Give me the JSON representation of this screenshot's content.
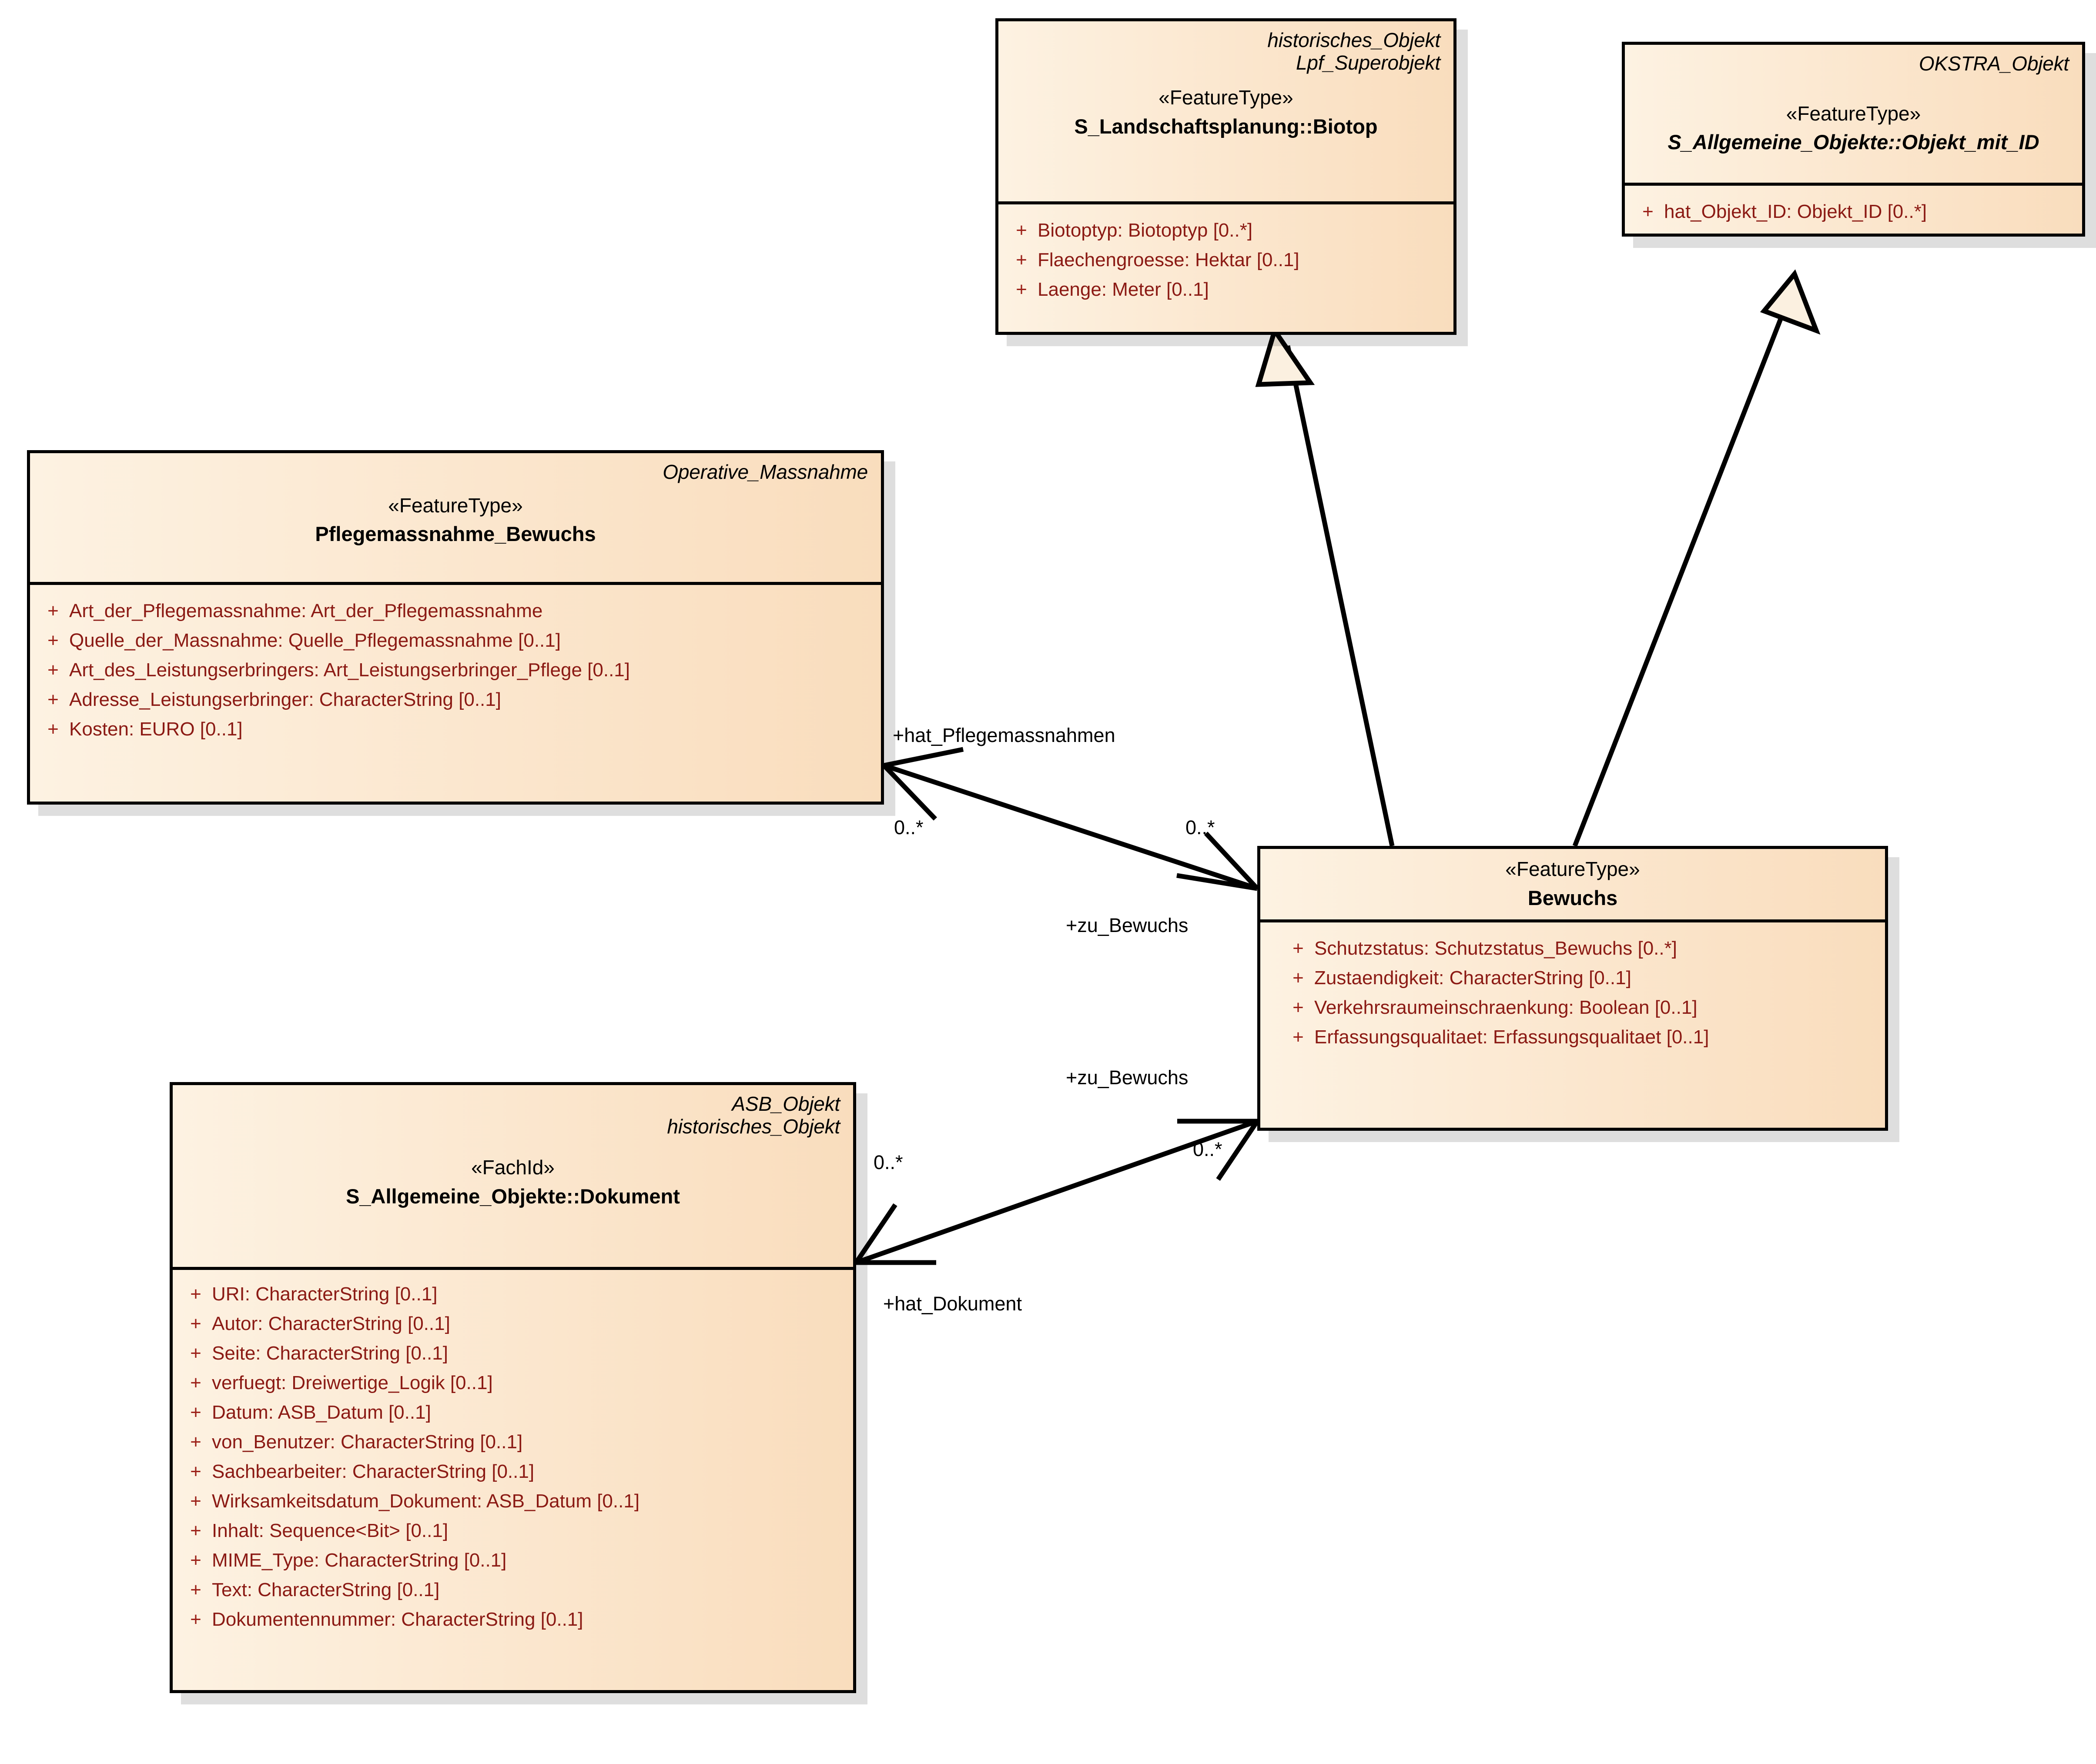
{
  "diagram": {
    "kind": "uml-class-diagram",
    "title": "Bewuchs",
    "colors": {
      "class_fill_light": "#fdf2e2",
      "class_fill_dark": "#f9ddbd",
      "border": "#000000",
      "attribute_text": "#8b1a14",
      "shadow": "#d8d8d8"
    }
  },
  "classes": [
    {
      "id": "biotop",
      "tags": [
        "historisches_Objekt",
        "Lpf_Superobjekt"
      ],
      "stereotype": "«FeatureType»",
      "name": "S_Landschaftsplanung::Biotop",
      "abstract": false,
      "attributes": [
        {
          "visibility": "+",
          "text": "Biotoptyp: Biotoptyp [0..*]"
        },
        {
          "visibility": "+",
          "text": "Flaechengroesse: Hektar [0..1]"
        },
        {
          "visibility": "+",
          "text": "Laenge: Meter [0..1]"
        }
      ]
    },
    {
      "id": "objekt_mit_id",
      "tags": [
        "OKSTRA_Objekt"
      ],
      "stereotype": "«FeatureType»",
      "name": "S_Allgemeine_Objekte::Objekt_mit_ID",
      "abstract": true,
      "attributes": [
        {
          "visibility": "+",
          "text": "hat_Objekt_ID: Objekt_ID [0..*]"
        }
      ]
    },
    {
      "id": "pflegemassnahme",
      "tags": [
        "Operative_Massnahme"
      ],
      "stereotype": "«FeatureType»",
      "name": "Pflegemassnahme_Bewuchs",
      "abstract": false,
      "attributes": [
        {
          "visibility": "+",
          "text": "Art_der_Pflegemassnahme: Art_der_Pflegemassnahme"
        },
        {
          "visibility": "+",
          "text": "Quelle_der_Massnahme: Quelle_Pflegemassnahme [0..1]"
        },
        {
          "visibility": "+",
          "text": "Art_des_Leistungserbringers: Art_Leistungserbringer_Pflege [0..1]"
        },
        {
          "visibility": "+",
          "text": "Adresse_Leistungserbringer: CharacterString [0..1]"
        },
        {
          "visibility": "+",
          "text": "Kosten: EURO [0..1]"
        }
      ]
    },
    {
      "id": "bewuchs",
      "tags": [],
      "stereotype": "«FeatureType»",
      "name": "Bewuchs",
      "abstract": false,
      "attributes": [
        {
          "visibility": "+",
          "text": "Schutzstatus: Schutzstatus_Bewuchs [0..*]"
        },
        {
          "visibility": "+",
          "text": "Zustaendigkeit: CharacterString [0..1]"
        },
        {
          "visibility": "+",
          "text": "Verkehrsraumeinschraenkung: Boolean [0..1]"
        },
        {
          "visibility": "+",
          "text": "Erfassungsqualitaet: Erfassungsqualitaet [0..1]"
        }
      ]
    },
    {
      "id": "dokument",
      "tags": [
        "ASB_Objekt",
        "historisches_Objekt"
      ],
      "stereotype": "«FachId»",
      "name": "S_Allgemeine_Objekte::Dokument",
      "abstract": false,
      "attributes": [
        {
          "visibility": "+",
          "text": "URI: CharacterString [0..1]"
        },
        {
          "visibility": "+",
          "text": "Autor: CharacterString [0..1]"
        },
        {
          "visibility": "+",
          "text": "Seite: CharacterString [0..1]"
        },
        {
          "visibility": "+",
          "text": "verfuegt: Dreiwertige_Logik [0..1]"
        },
        {
          "visibility": "+",
          "text": "Datum: ASB_Datum [0..1]"
        },
        {
          "visibility": "+",
          "text": "von_Benutzer: CharacterString [0..1]"
        },
        {
          "visibility": "+",
          "text": "Sachbearbeiter: CharacterString [0..1]"
        },
        {
          "visibility": "+",
          "text": "Wirksamkeitsdatum_Dokument: ASB_Datum [0..1]"
        },
        {
          "visibility": "+",
          "text": "Inhalt: Sequence<Bit> [0..1]"
        },
        {
          "visibility": "+",
          "text": "MIME_Type: CharacterString [0..1]"
        },
        {
          "visibility": "+",
          "text": "Text: CharacterString [0..1]"
        },
        {
          "visibility": "+",
          "text": "Dokumentennummer: CharacterString [0..1]"
        }
      ]
    }
  ],
  "relationships": [
    {
      "id": "gen-bewuchs-biotop",
      "type": "generalization",
      "from": "bewuchs",
      "to": "biotop"
    },
    {
      "id": "gen-bewuchs-objekt_mit_id",
      "type": "generalization",
      "from": "bewuchs",
      "to": "objekt_mit_id"
    },
    {
      "id": "assoc-pflege-bewuchs",
      "type": "association",
      "from": "pflegemassnahme",
      "to": "bewuchs",
      "role_from": "+hat_Pflegemassnahmen",
      "mult_from": "0..*",
      "role_to": "+zu_Bewuchs",
      "mult_to": "0..*"
    },
    {
      "id": "assoc-dokument-bewuchs",
      "type": "association",
      "from": "dokument",
      "to": "bewuchs",
      "role_from": "+hat_Dokument",
      "mult_from": "0..*",
      "role_to": "+zu_Bewuchs",
      "mult_to": "0..*"
    }
  ]
}
